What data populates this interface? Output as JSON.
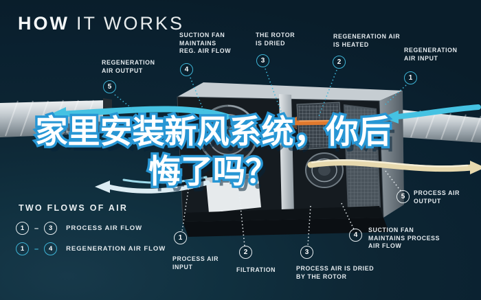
{
  "title": {
    "word_bold": "HOW",
    "word_light": "IT WORKS"
  },
  "headline": {
    "line1": "家里安装新风系统，你后",
    "line2": "悔了吗？"
  },
  "top_callouts": [
    {
      "num": "5",
      "label": "REGENERATION\nAIR OUTPUT"
    },
    {
      "num": "4",
      "label": "SUCTION FAN\nMAINTAINS\nREG. AIR FLOW"
    },
    {
      "num": "3",
      "label": "THE ROTOR\nIS DRIED"
    },
    {
      "num": "2",
      "label": "REGENERATION AIR\nIS HEATED"
    },
    {
      "num": "1",
      "label": "REGENERATION\nAIR INPUT"
    }
  ],
  "bottom_callouts": [
    {
      "num": "1",
      "label": "PROCESS AIR\nINPUT"
    },
    {
      "num": "2",
      "label": "FILTRATION"
    },
    {
      "num": "3",
      "label": "PROCESS AIR IS DRIED\nBY THE ROTOR"
    },
    {
      "num": "4",
      "label": "SUCTION FAN\nMAINTAINS PROCESS\nAIR FLOW"
    },
    {
      "num": "5",
      "label": "PROCESS AIR\nOUTPUT"
    }
  ],
  "legend": {
    "title": "TWO FLOWS OF AIR",
    "separator": "–",
    "rows": [
      {
        "from": "1",
        "to": "3",
        "label": "PROCESS AIR FLOW",
        "style": "white"
      },
      {
        "from": "1",
        "to": "4",
        "label": "REGENERATION AIR FLOW",
        "style": "cyan"
      }
    ]
  },
  "colors": {
    "background": "#0d2533",
    "accent_cyan": "#3fb6d8",
    "label_text": "#e4eaee",
    "headline_fill": "#ffffff",
    "headline_outline": "#2796d4",
    "arrow_orange": "#e0792e",
    "arrow_beige": "#e7d9ae"
  }
}
